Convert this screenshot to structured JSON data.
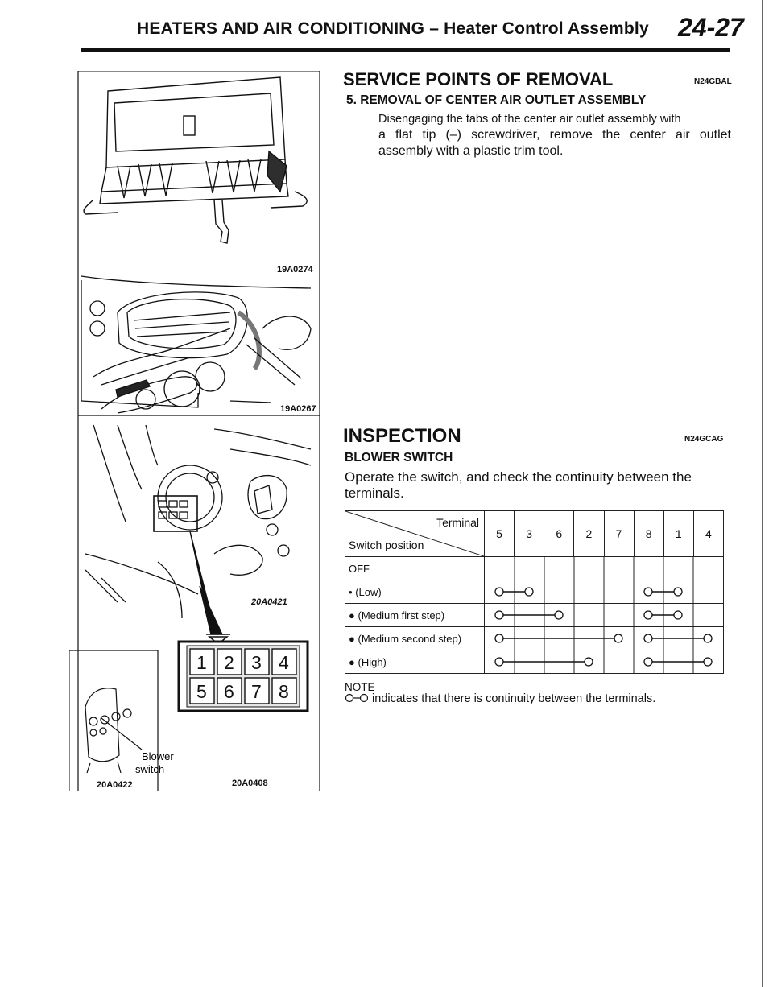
{
  "header": {
    "title": "HEATERS AND AIR CONDITIONING – Heater Control Assembly",
    "page_number": "24-27"
  },
  "figures": {
    "fig1_code": "19A0274",
    "fig2_code": "19A0267",
    "fig3_code": "20A0421",
    "fig4_code": "20A0422",
    "fig5_code": "20A0408",
    "blower_label_1": "Blower",
    "blower_label_2": "switch",
    "connector_keys": [
      "1",
      "2",
      "3",
      "4",
      "5",
      "6",
      "7",
      "8"
    ]
  },
  "removal": {
    "title": "SERVICE POINTS OF REMOVAL",
    "code": "N24GBAL",
    "step": "5. REMOVAL OF CENTER AIR OUTLET ASSEMBLY",
    "body_line1": "Disengaging the tabs of the center air outlet assembly with",
    "body_rest": "a flat tip (–) screwdriver, remove the center air outlet assembly with a plastic trim tool."
  },
  "inspection": {
    "title": "INSPECTION",
    "code": "N24GCAG",
    "subtitle": "BLOWER SWITCH",
    "body": "Operate the switch, and check the continuity between the terminals.",
    "table": {
      "corner_top": "Terminal",
      "corner_bottom": "Switch position",
      "terminals": [
        "5",
        "3",
        "6",
        "2",
        "7",
        "8",
        "1",
        "4"
      ],
      "rows": [
        {
          "label": "OFF",
          "connections": []
        },
        {
          "label": "(Low)",
          "connections": [
            [
              0,
              1
            ],
            [
              5,
              6
            ]
          ]
        },
        {
          "label": "(Medium first step)",
          "connections": [
            [
              0,
              2
            ],
            [
              5,
              6
            ]
          ]
        },
        {
          "label": "(Medium second step)",
          "connections": [
            [
              0,
              4
            ],
            [
              5,
              7
            ]
          ]
        },
        {
          "label": "(High)",
          "connections": [
            [
              0,
              3
            ],
            [
              5,
              7
            ]
          ]
        }
      ]
    },
    "note_label": "NOTE",
    "note_body": "indicates that there is continuity between the terminals."
  }
}
